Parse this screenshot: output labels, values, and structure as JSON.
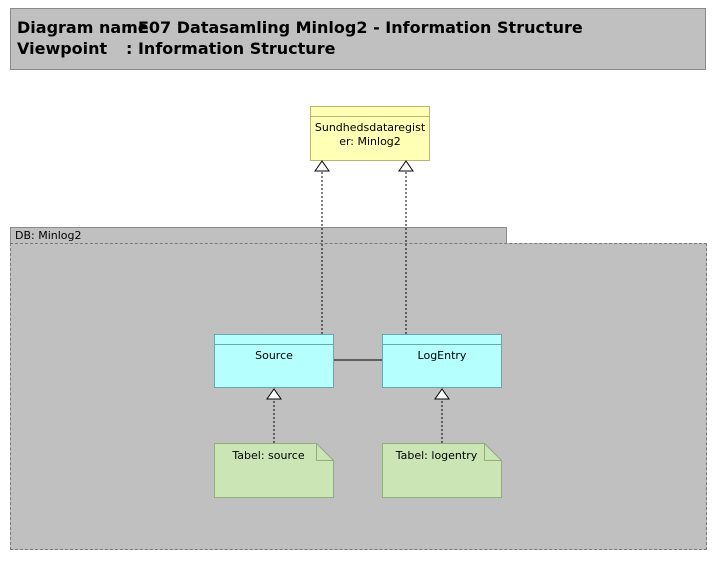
{
  "header": {
    "diagram_name_key": "Diagram name",
    "diagram_name_value": ": E07 Datasamling Minlog2 - Information Structure",
    "viewpoint_key": "Viewpoint",
    "viewpoint_value": ": Information Structure"
  },
  "elements": {
    "registry": "Sundhedsdataregister: Minlog2",
    "group": "DB: Minlog2",
    "source": "Source",
    "logentry": "LogEntry",
    "note_source": "Tabel: source",
    "note_logentry": "Tabel: logentry"
  },
  "colors": {
    "header_bg": "#c0c0c0",
    "group_bg": "#c0c0c0",
    "data_object_bg": "#b5ffff",
    "business_object_bg": "#ffffb5",
    "note_bg": "#cce5b5"
  }
}
